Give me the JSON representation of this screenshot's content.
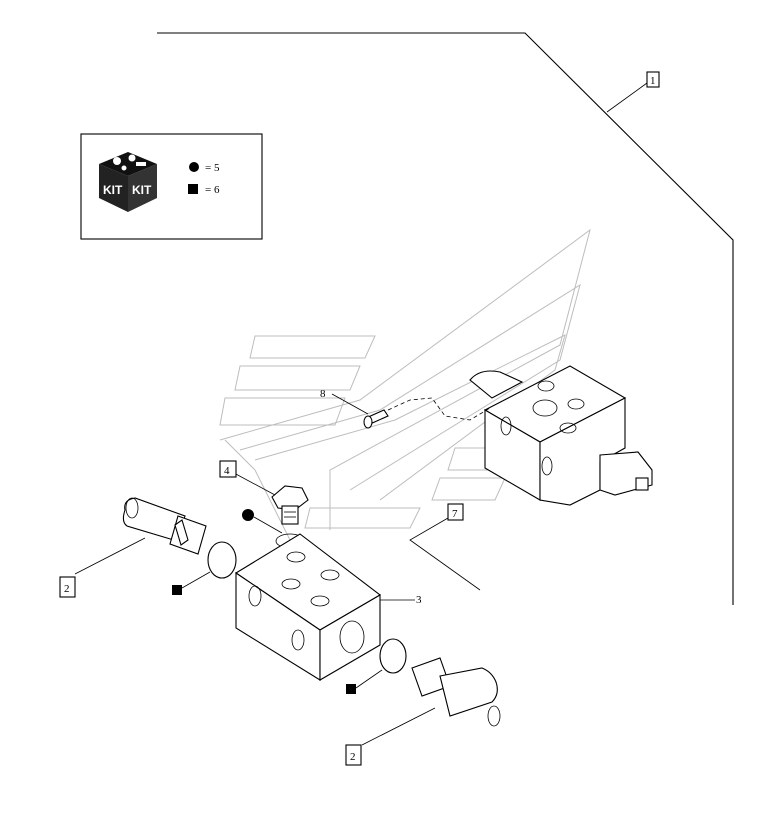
{
  "legend": {
    "kit_word_left": "KIT",
    "kit_word_right": "KIT",
    "circle_text": "= 5",
    "square_text": "= 6"
  },
  "callouts": {
    "c1": "1",
    "c2a": "2",
    "c2b": "2",
    "c3": "3",
    "c4": "4",
    "c7": "7",
    "c8": "8"
  }
}
